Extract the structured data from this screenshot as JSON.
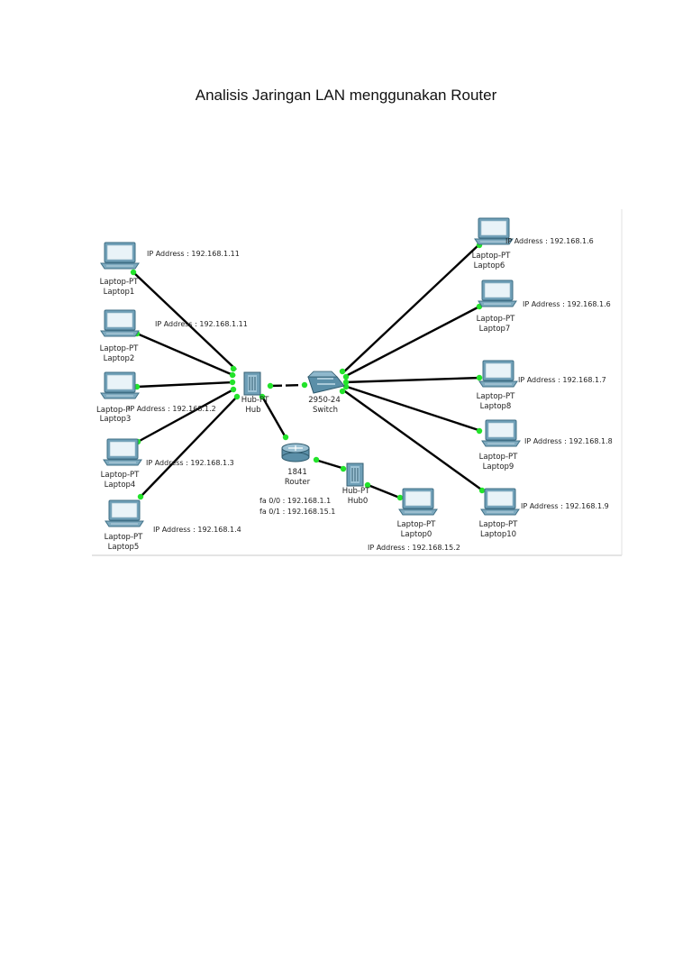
{
  "title": "Analisis Jaringan LAN menggunakan Router",
  "colors": {
    "link": "#000000",
    "port_indicator": "#22e32a",
    "device": "#5b8fa8",
    "frame_border": "#c8c8c8"
  },
  "devices": {
    "hub": {
      "model": "Hub-PT",
      "name": "Hub",
      "icon": "hub-icon"
    },
    "switch": {
      "model": "2950-24",
      "name": "Switch",
      "icon": "switch-icon"
    },
    "router": {
      "model": "1841",
      "name": "Router",
      "icon": "router-icon",
      "fa00": "fa 0/0 : 192.168.1.1",
      "fa01": "fa 0/1 : 192.168.15.1"
    },
    "hub0": {
      "model": "Hub-PT",
      "name": "Hub0",
      "icon": "hub-icon"
    },
    "laptops": [
      {
        "model": "Laptop-PT",
        "name": "Laptop1",
        "ip": "IP Address : 192.168.1.11"
      },
      {
        "model": "Laptop-PT",
        "name": "Laptop2",
        "ip": "IP Address : 192.168.1.11"
      },
      {
        "model": "Laptop-P",
        "name": "Laptop3",
        "ip": "IP Address : 192.168.1.2"
      },
      {
        "model": "Laptop-PT",
        "name": "Laptop4",
        "ip": "IP Address : 192.168.1.3"
      },
      {
        "model": "Laptop-PT",
        "name": "Laptop5",
        "ip": "IP Address : 192.168.1.4"
      },
      {
        "model": "Laptop-PT",
        "name": "Laptop6",
        "ip": "IP Address : 192.168.1.6"
      },
      {
        "model": "Laptop-PT",
        "name": "Laptop7",
        "ip": "IP Address : 192.168.1.6"
      },
      {
        "model": "Laptop-PT",
        "name": "Laptop8",
        "ip": "IP Address : 192.168.1.7"
      },
      {
        "model": "Laptop-PT",
        "name": "Laptop9",
        "ip": "IP Address : 192.168.1.8"
      },
      {
        "model": "Laptop-PT",
        "name": "Laptop10",
        "ip": "IP Address : 192.168.1.9"
      },
      {
        "model": "Laptop-PT",
        "name": "Laptop0",
        "ip": "IP Address : 192.168.15.2"
      }
    ]
  }
}
